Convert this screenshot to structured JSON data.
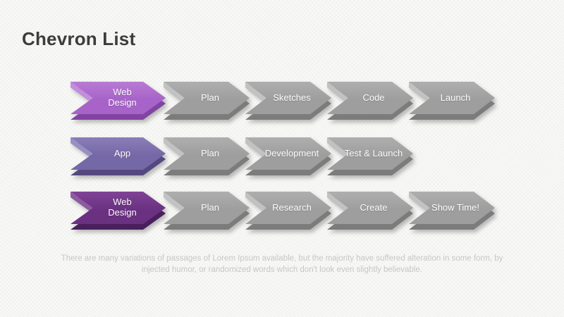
{
  "title": "Chevron List",
  "footer": {
    "text": "There are many variations of passages of Lorem Ipsum available, but the majority have suffered alteration in some form, by injected humor, or randomized words which don't look even slightly believable."
  },
  "theme": {
    "background": "#f8f8f6",
    "title_color": "#3d3d3d",
    "footer_color": "#c7c7c7",
    "label_color": "#fcfbfd"
  },
  "chevron_styles": {
    "orchid": {
      "face": "#a763c8",
      "face_top": "#b87bd4",
      "back": "#8144a2",
      "bevel": "#c18fdb"
    },
    "slate": {
      "face": "#7568a6",
      "face_top": "#8a7eb8",
      "back": "#55487f",
      "bevel": "#9a8fc4"
    },
    "plum": {
      "face": "#6b3181",
      "face_top": "#7f4396",
      "back": "#4a1f5e",
      "bevel": "#8d5ba3"
    },
    "gray": {
      "face": "#9e9e9e",
      "face_top": "#aeaeae",
      "back": "#7c7c7c",
      "bevel": "#c2c2c2"
    }
  },
  "rows": [
    {
      "name": "web-design-process-1",
      "chevrons": [
        {
          "label": "Web Design",
          "lines": [
            "Web",
            "Design"
          ],
          "style": "orchid"
        },
        {
          "label": "Plan",
          "style": "gray"
        },
        {
          "label": "Sketches",
          "style": "gray"
        },
        {
          "label": "Code",
          "style": "gray"
        },
        {
          "label": "Launch",
          "style": "gray"
        }
      ]
    },
    {
      "name": "app-process",
      "chevrons": [
        {
          "label": "App",
          "style": "slate"
        },
        {
          "label": "Plan",
          "style": "gray"
        },
        {
          "label": "Development",
          "style": "gray"
        },
        {
          "label": "Test & Launch",
          "style": "gray"
        }
      ]
    },
    {
      "name": "web-design-process-2",
      "chevrons": [
        {
          "label": "Web Design",
          "lines": [
            "Web",
            "Design"
          ],
          "style": "plum"
        },
        {
          "label": "Plan",
          "style": "gray"
        },
        {
          "label": "Research",
          "style": "gray"
        },
        {
          "label": "Create",
          "style": "gray"
        },
        {
          "label": "Show Time!",
          "style": "gray"
        }
      ]
    }
  ]
}
